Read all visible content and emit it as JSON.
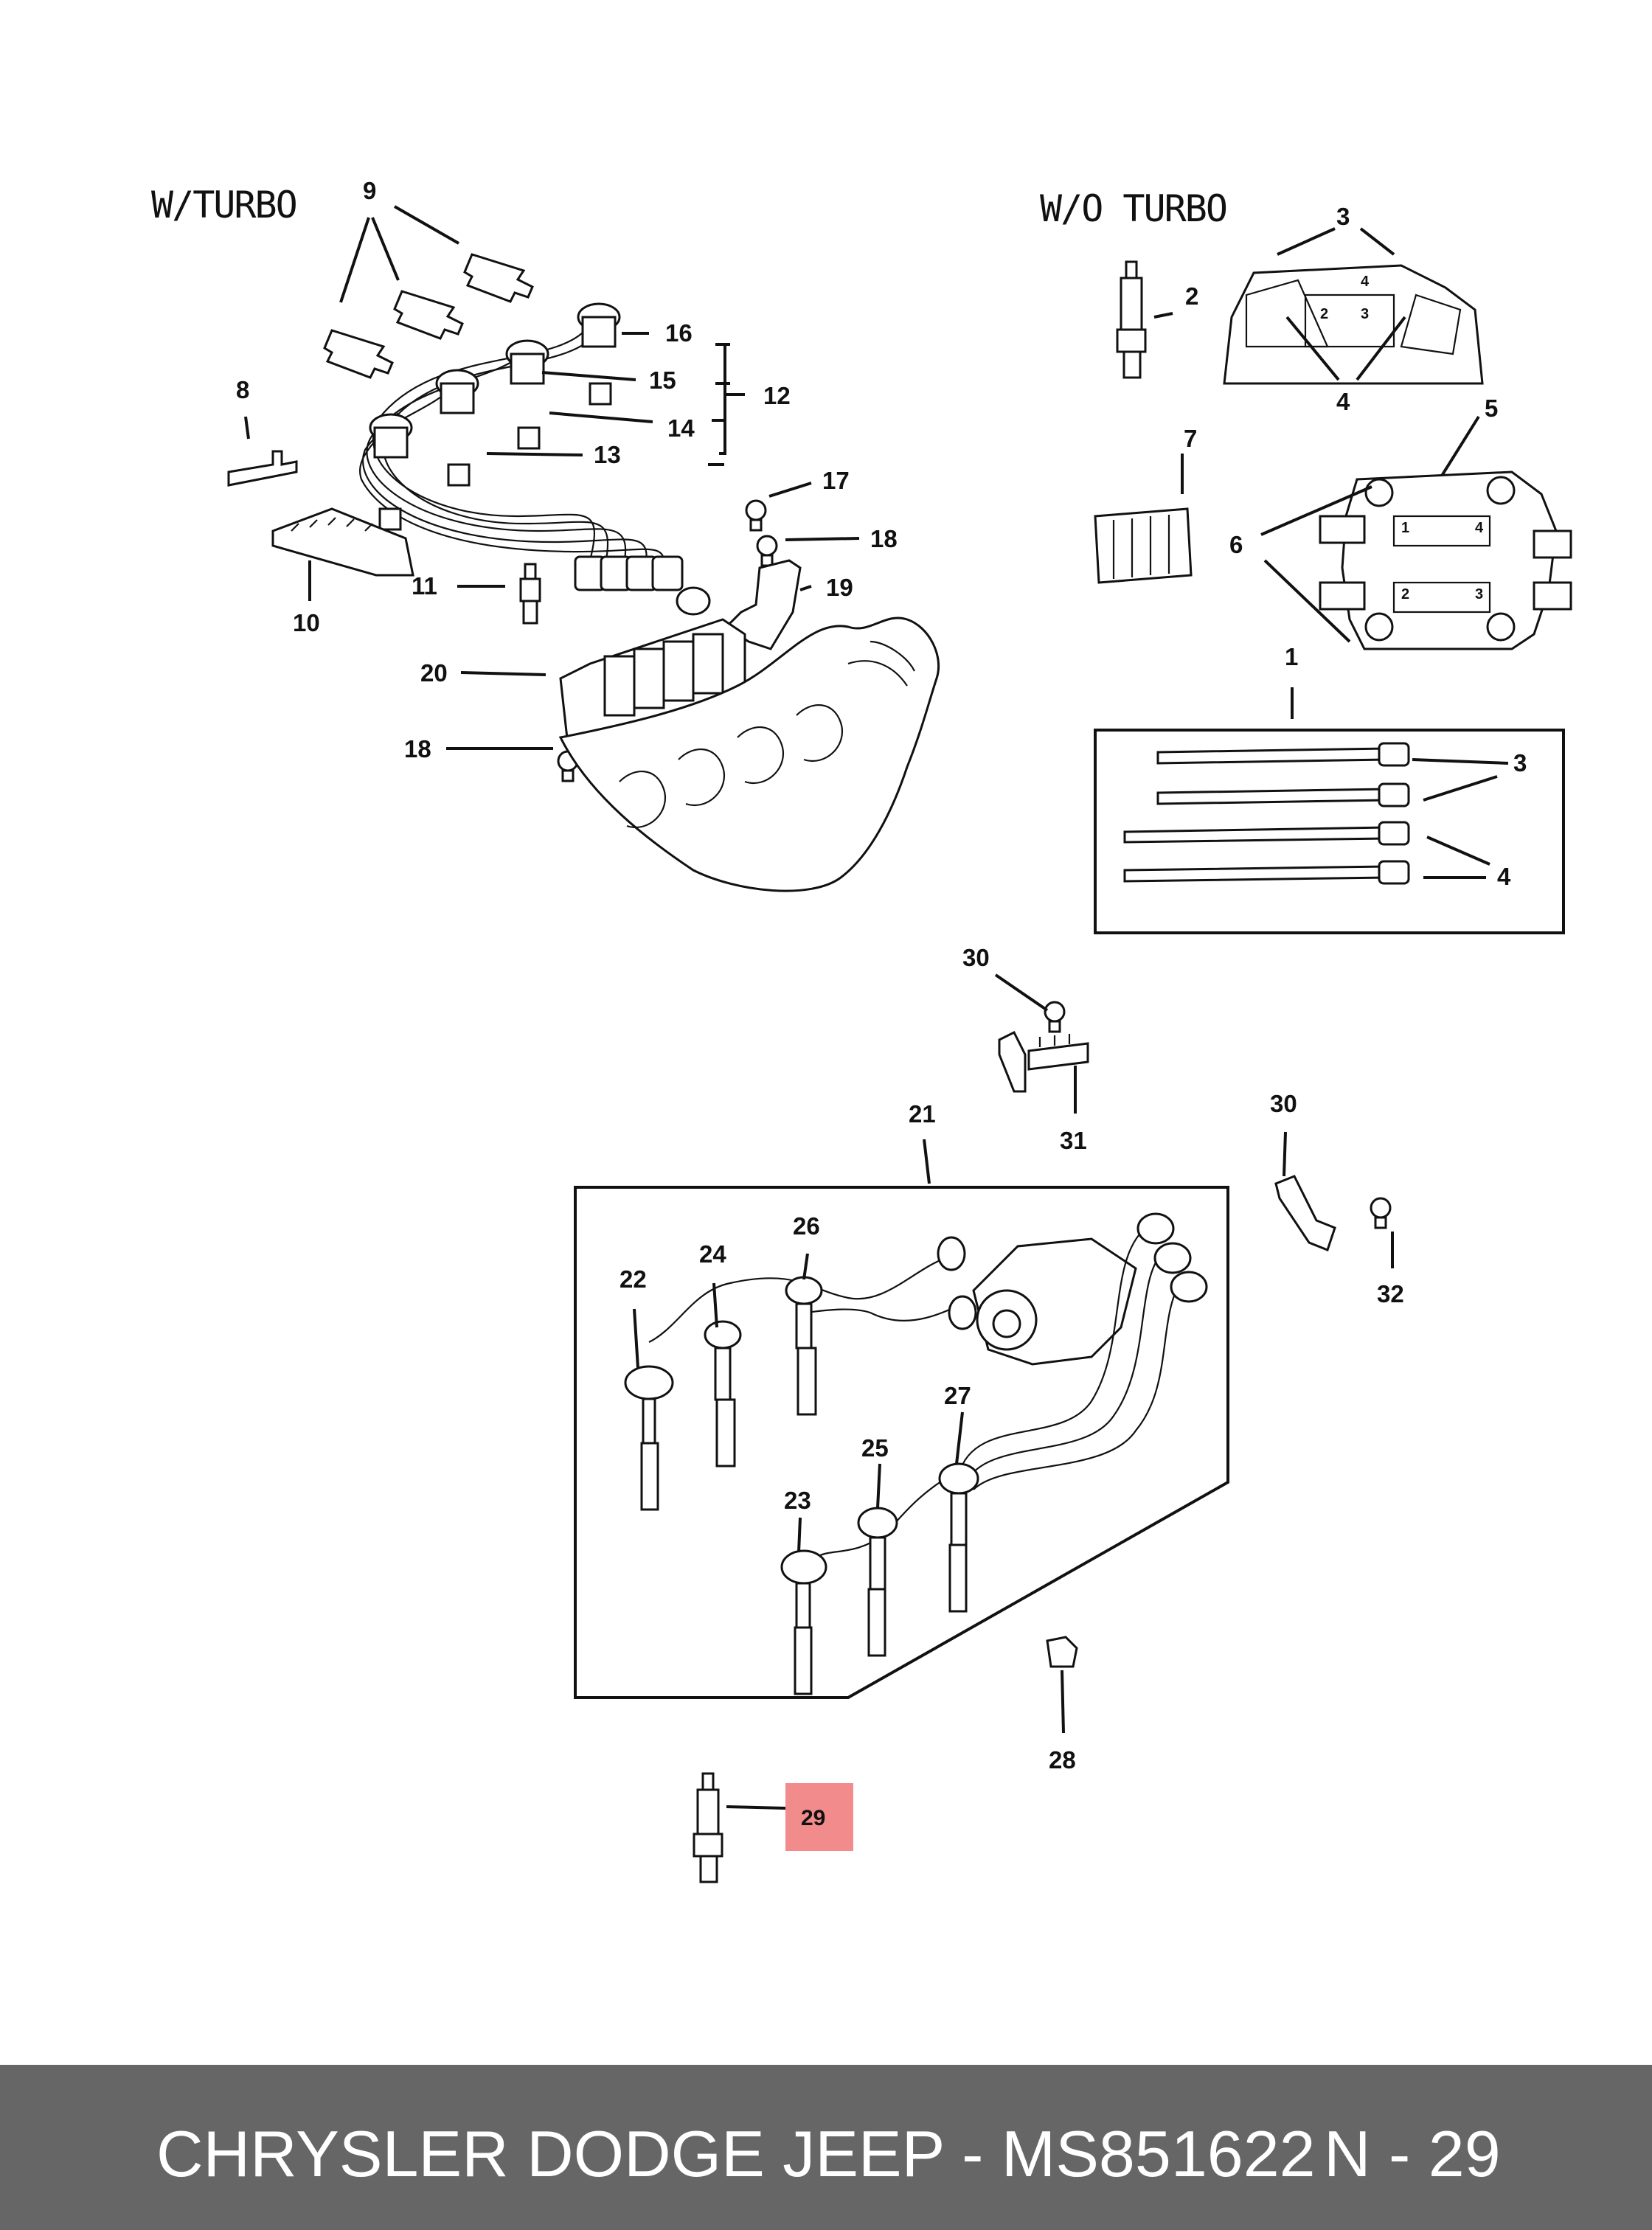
{
  "sections": {
    "turbo_title": "W/TURBO",
    "no_turbo_title": "W/O TURBO"
  },
  "callouts": {
    "c1": "1",
    "c2": "2",
    "c3": "3",
    "c3b": "3",
    "c4": "4",
    "c4b": "4",
    "c5": "5",
    "c6": "6",
    "c7": "7",
    "c8": "8",
    "c9": "9",
    "c10": "10",
    "c11": "11",
    "c12": "12",
    "c13": "13",
    "c14": "14",
    "c15": "15",
    "c16": "16",
    "c17": "17",
    "c18": "18",
    "c18b": "18",
    "c19": "19",
    "c20": "20",
    "c21": "21",
    "c22": "22",
    "c23": "23",
    "c24": "24",
    "c25": "25",
    "c26": "26",
    "c27": "27",
    "c28": "28",
    "c29": "29",
    "c30": "30",
    "c30b": "30",
    "c31": "31",
    "c32": "32"
  },
  "coil_terminals": {
    "cap_2": "2",
    "cap_3": "3",
    "cap_4": "4",
    "pack_1": "1",
    "pack_4": "4",
    "pack_2": "2",
    "pack_3": "3"
  },
  "highlight": {
    "part_number": "29",
    "color": "#f28b8b"
  },
  "footer": {
    "part_label": "CHRYSLER DODGE JEEP - MS851622",
    "page_label": "N - 29",
    "background": "#666666"
  }
}
